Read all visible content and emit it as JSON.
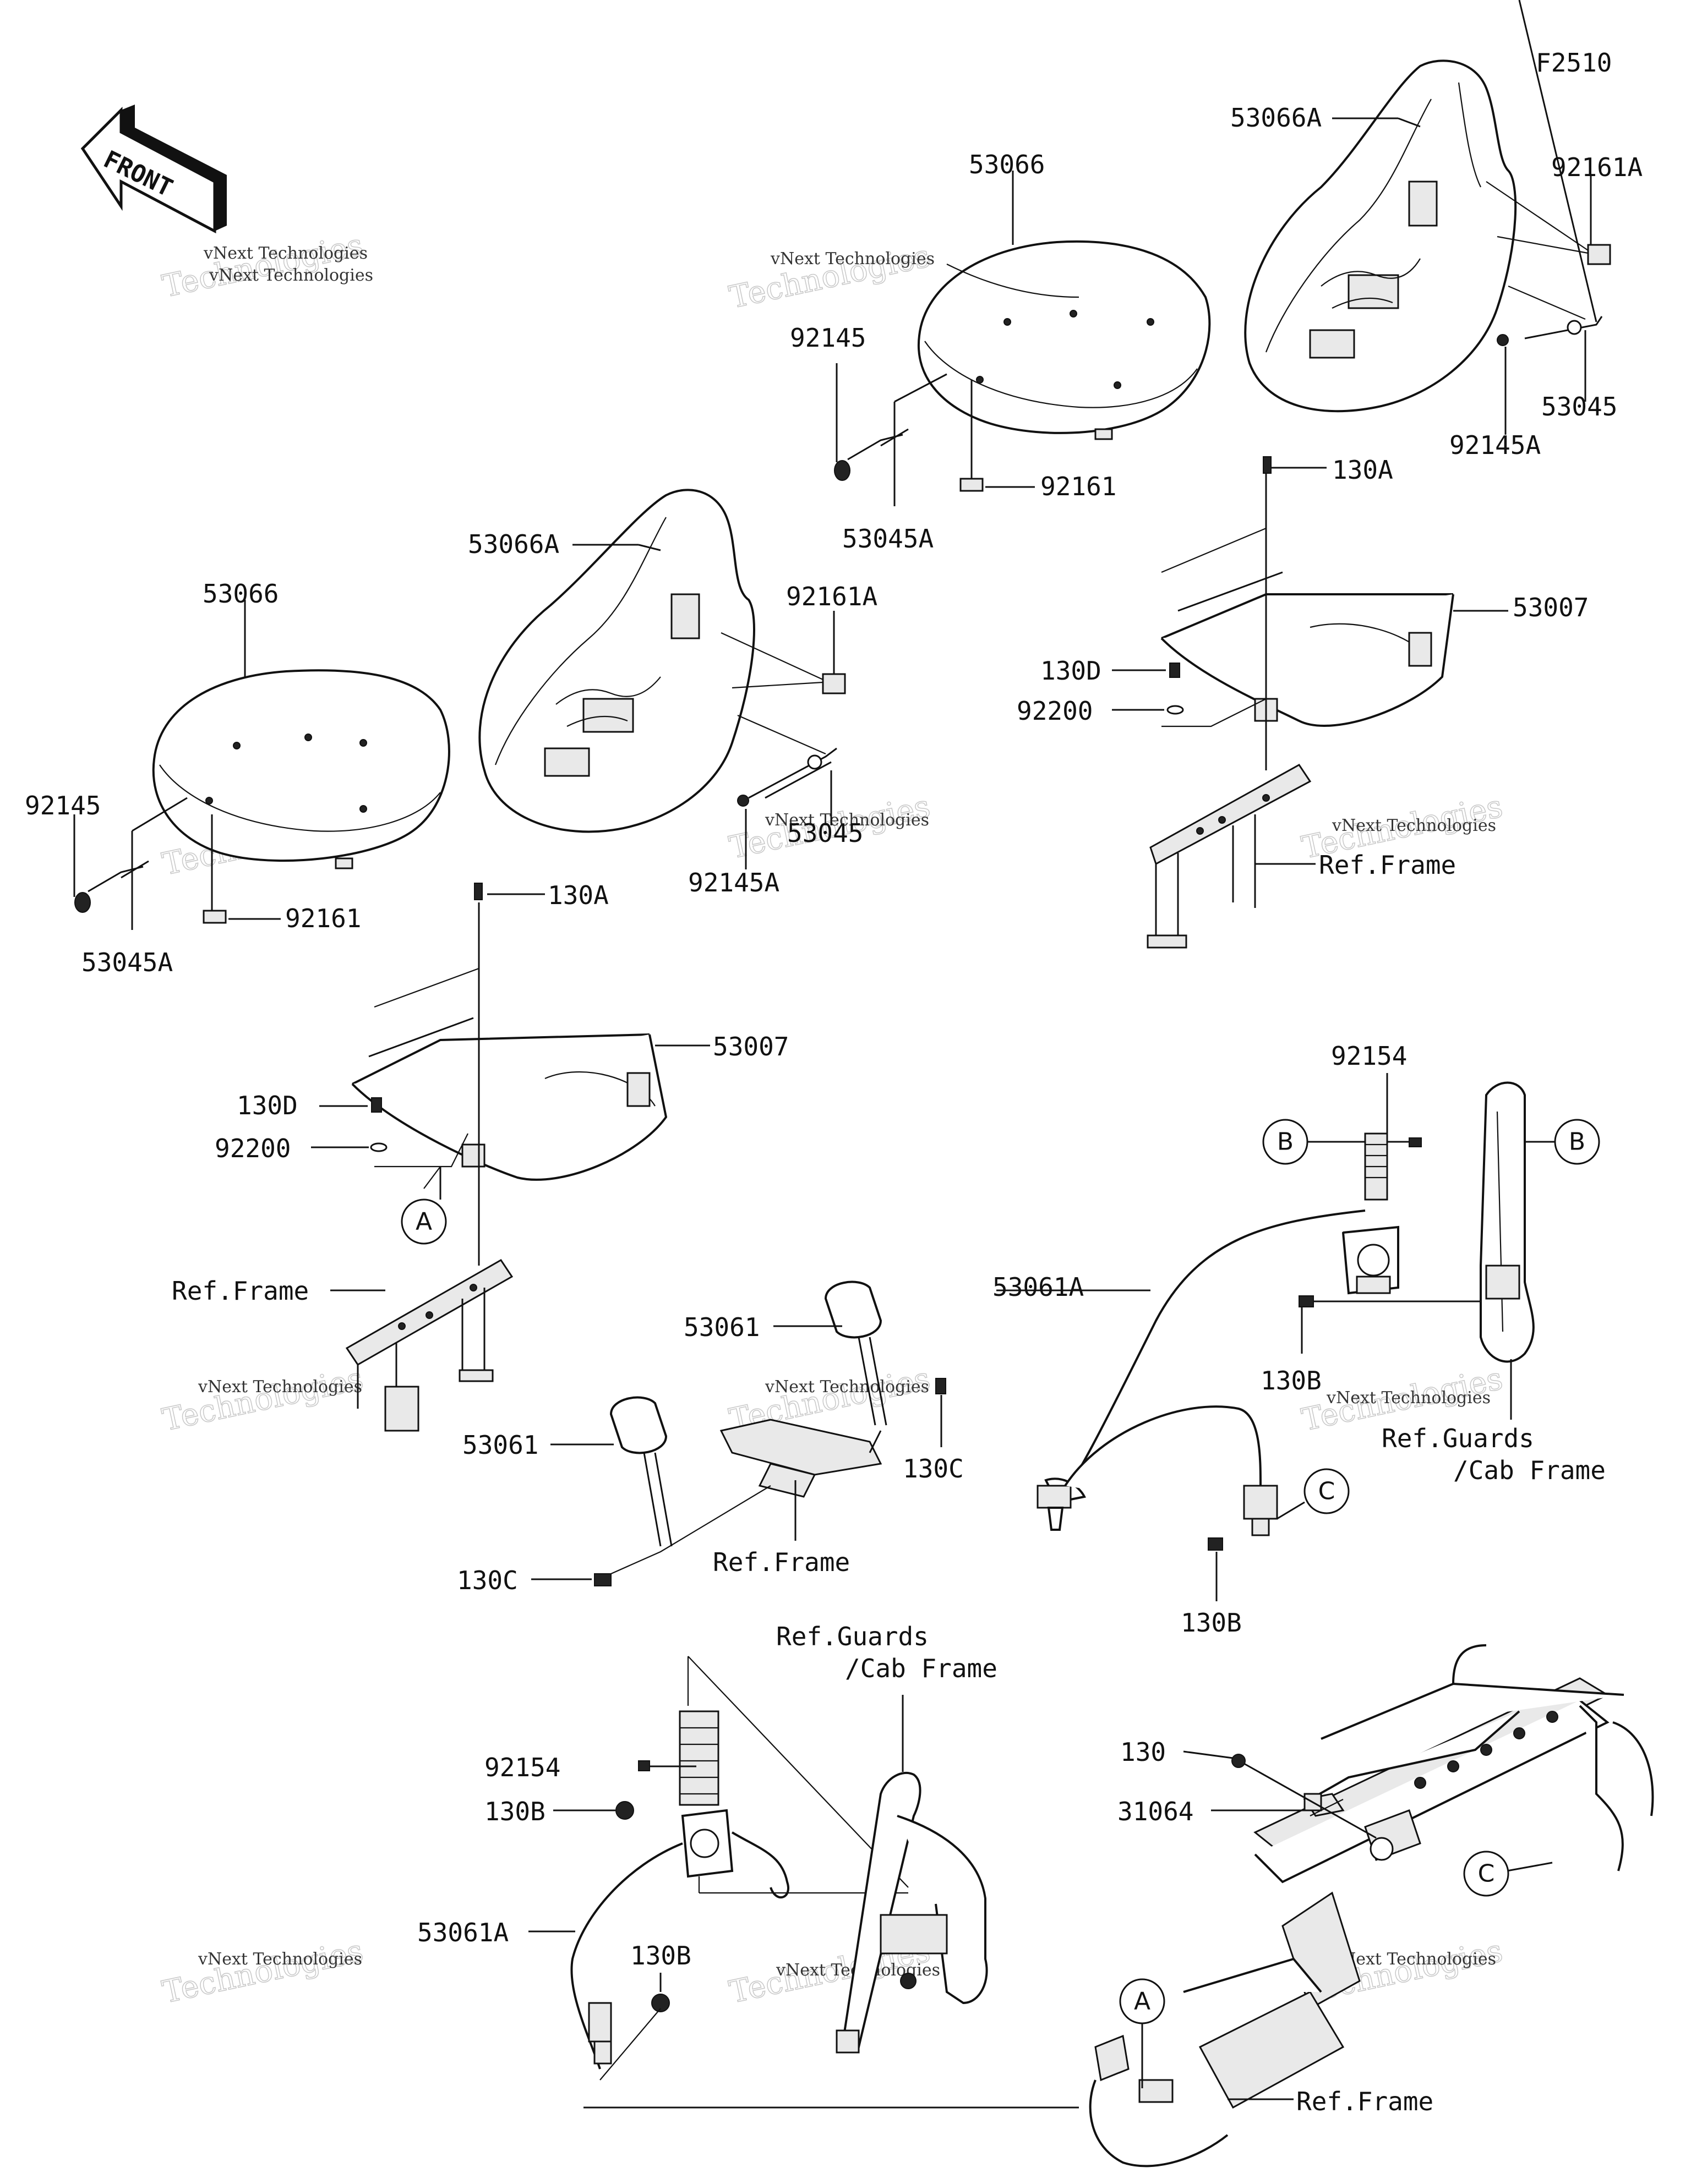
{
  "figure_id": "F2510",
  "front_arrow": {
    "label": "FRONT"
  },
  "watermark": {
    "line1": "vNext Technologies",
    "line2": "Technologies"
  },
  "circle_refs": {
    "a": "A",
    "b": "B",
    "c": "C"
  },
  "labels": {
    "p53066": "53066",
    "p53066A": "53066A",
    "p92161A": "92161A",
    "p92145": "92145",
    "p92145A": "92145A",
    "p53045": "53045",
    "p53045A": "53045A",
    "p92161": "92161",
    "p130A": "130A",
    "p53007": "53007",
    "p130D": "130D",
    "p92200": "92200",
    "ref_frame": "Ref.Frame",
    "p92154": "92154",
    "p53061A": "53061A",
    "p130B": "130B",
    "ref_guards": "Ref.Guards",
    "cab_frame": "/Cab Frame",
    "p53061": "53061",
    "p130C": "130C",
    "p130": "130",
    "p31064": "31064"
  }
}
